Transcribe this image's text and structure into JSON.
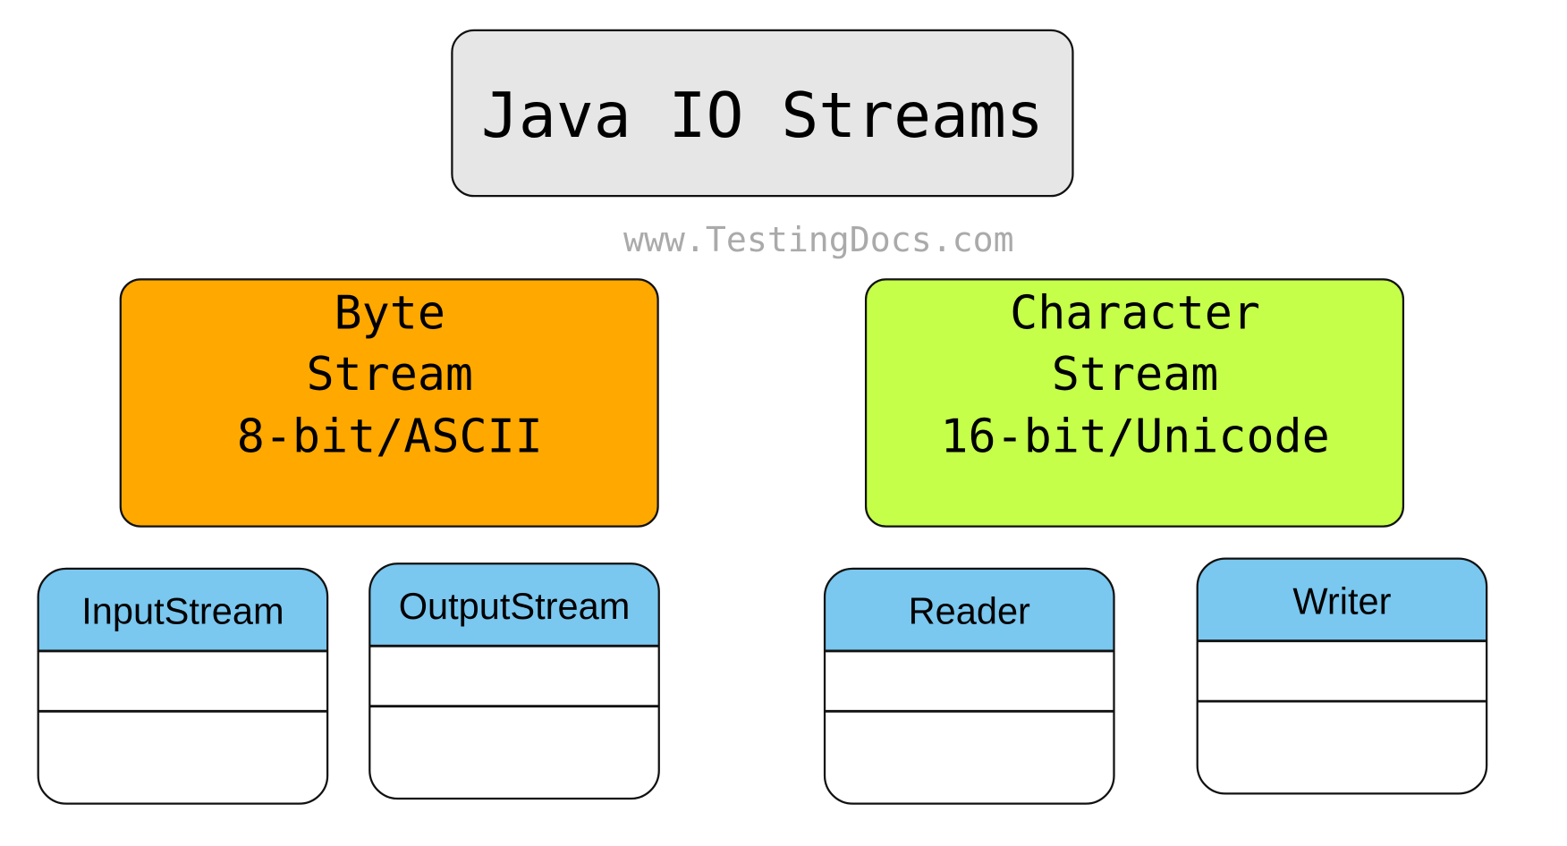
{
  "title": "Java IO Streams",
  "watermark": "www.TestingDocs.com",
  "categories": [
    {
      "lines": [
        "Byte",
        "Stream",
        "8-bit/ASCII"
      ],
      "color": "#ffa800"
    },
    {
      "lines": [
        "Character",
        "Stream",
        "16-bit/Unicode"
      ],
      "color": "#c5ff4a"
    }
  ],
  "classes": [
    {
      "name": "InputStream"
    },
    {
      "name": "OutputStream"
    },
    {
      "name": "Reader"
    },
    {
      "name": "Writer"
    }
  ],
  "colors": {
    "title_fill": "#e6e6e6",
    "class_header": "#7ac7ef",
    "watermark": "#aaaaaa"
  }
}
